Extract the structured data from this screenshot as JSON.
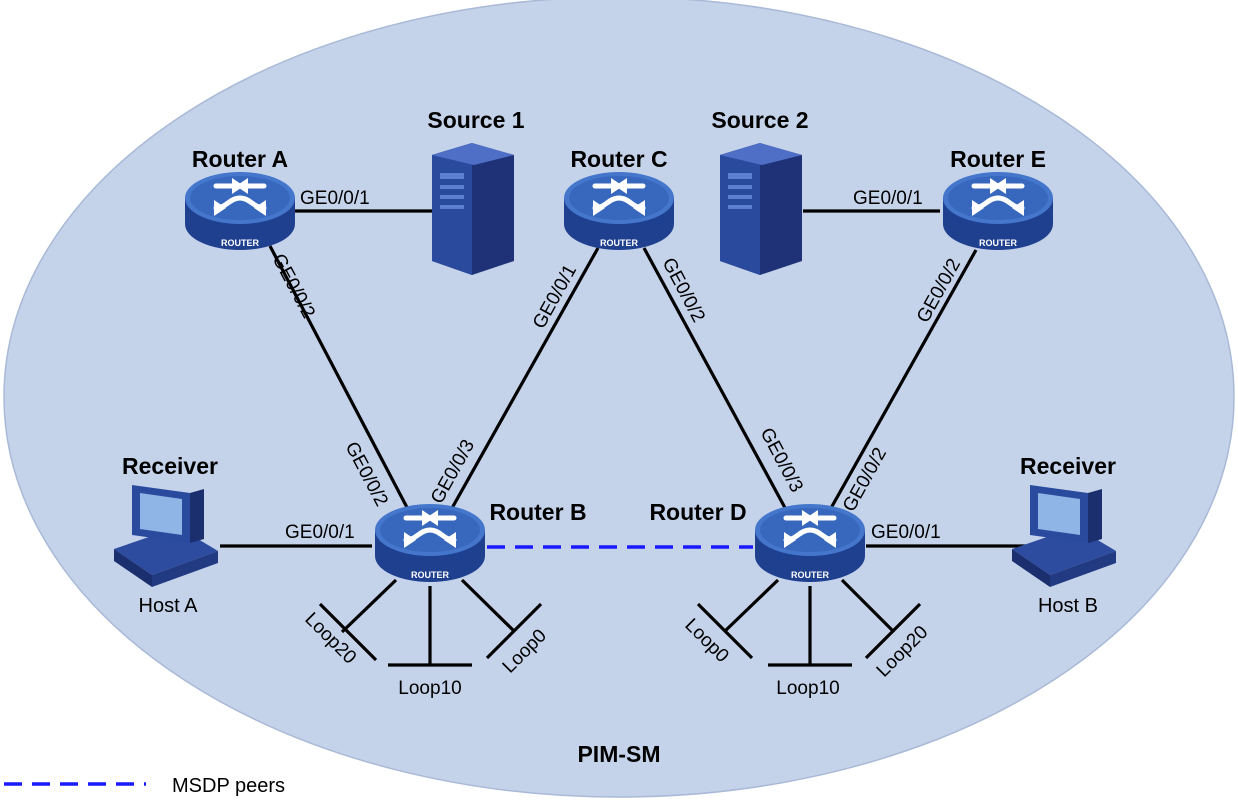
{
  "domain": "PIM-SM",
  "routers": [
    {
      "id": "a",
      "label": "Router A",
      "badge": "ROUTER"
    },
    {
      "id": "b",
      "label": "Router B",
      "badge": "ROUTER"
    },
    {
      "id": "c",
      "label": "Router C",
      "badge": "ROUTER"
    },
    {
      "id": "d",
      "label": "Router D",
      "badge": "ROUTER"
    },
    {
      "id": "e",
      "label": "Router E",
      "badge": "ROUTER"
    }
  ],
  "sources": [
    {
      "id": "s1",
      "label": "Source 1"
    },
    {
      "id": "s2",
      "label": "Source 2"
    }
  ],
  "hosts": [
    {
      "id": "ha",
      "role": "Receiver",
      "label": "Host A"
    },
    {
      "id": "hb",
      "role": "Receiver",
      "label": "Host B"
    }
  ],
  "ports": {
    "a_s1": "GE0/0/1",
    "a_b": "GE0/0/2",
    "b_a": "GE0/0/2",
    "b_c": "GE0/0/3",
    "b_ha": "GE0/0/1",
    "c_b": "GE0/0/1",
    "c_d": "GE0/0/2",
    "d_c": "GE0/0/3",
    "d_e": "GE0/0/2",
    "d_hb": "GE0/0/1",
    "e_s2": "GE0/0/1",
    "e_d": "GE0/0/2"
  },
  "loopbacks": {
    "b": [
      "Loop20",
      "Loop10",
      "Loop0"
    ],
    "d": [
      "Loop0",
      "Loop10",
      "Loop20"
    ]
  },
  "legend": {
    "label": "MSDP peers",
    "color": "#1a1aff"
  },
  "colors": {
    "domain_fill": "#c5d3ea",
    "router_top": "#3b6fc2",
    "router_side": "#1f3f8f",
    "msdp": "#1a1aff"
  }
}
